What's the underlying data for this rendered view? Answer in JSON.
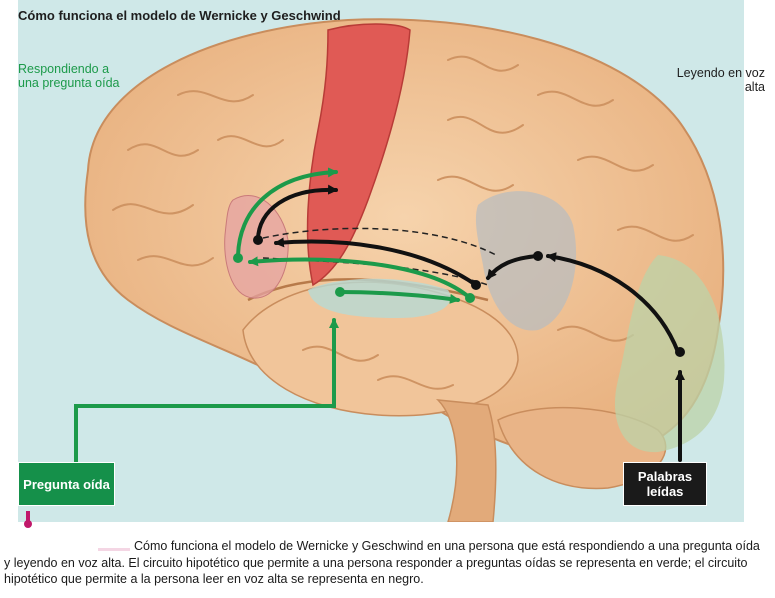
{
  "figure": {
    "title": "Cómo funciona el modelo de Wernicke y Geschwind",
    "green_label": "Respondiendo a una pregunta oída",
    "black_label": "Leyendo en voz alta",
    "box_left": "Pregunta oída",
    "box_right": "Palabras leídas"
  },
  "caption": "Cómo funciona el modelo de Wernicke y Geschwind en una persona que está respondiendo a una pregunta oída y leyendo en voz alta. El circuito hipotético que permite a una persona responder a preguntas oídas se representa en verde; el circuito hipotético que permite a la persona leer en voz alta se representa en negro.",
  "colors": {
    "green_pathway": "#1c9a4a",
    "black_pathway": "#111111",
    "motor_cortex": "#e05a55",
    "broca_area": "#e6a3a3",
    "wernicke_area": "#b6bcc0",
    "auditory_cortex": "#b7dad4",
    "visual_cortex": "#bcd3a8",
    "brain_tissue": "#f0c49a",
    "background": "#cfe8e8"
  }
}
